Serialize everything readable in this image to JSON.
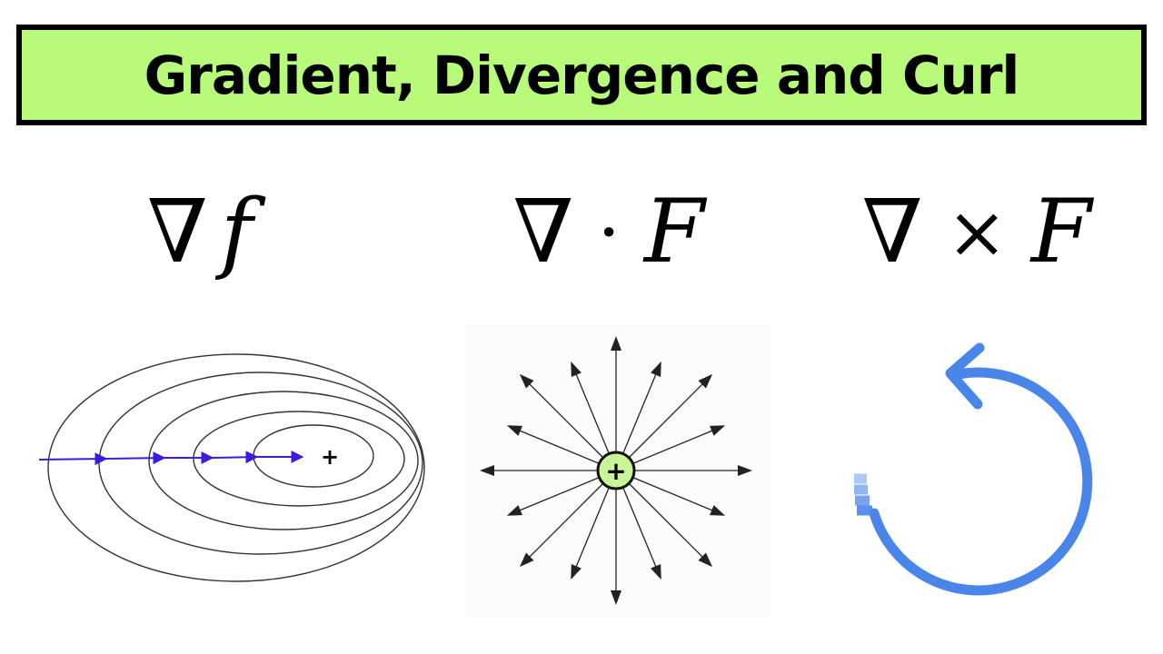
{
  "title": "Gradient, Divergence and Curl",
  "colors": {
    "banner": "#b8fb7b",
    "curl_arrow": "#4a86ea",
    "gradient_arrows": "#3a1de0",
    "source_fill": "#c8f59a"
  },
  "formulas": {
    "gradient": {
      "operator": "∇",
      "variable": "f"
    },
    "divergence": {
      "operator": "∇",
      "dot": "·",
      "variable": "F"
    },
    "curl": {
      "operator": "∇",
      "cross": "×",
      "variable": "F"
    }
  },
  "gradient_diagram": {
    "icon": "contour-ellipses",
    "center_marker": "+"
  },
  "divergence_diagram": {
    "icon": "radial-arrows-source",
    "source_label": "+",
    "arrow_count": 16
  },
  "curl_diagram": {
    "icon": "counterclockwise-circular-arrow"
  }
}
